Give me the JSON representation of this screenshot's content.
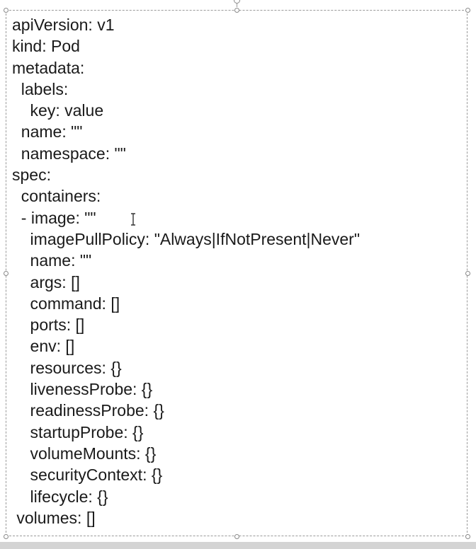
{
  "editor": {
    "lines": [
      "apiVersion: v1",
      "kind: Pod",
      "metadata:",
      "  labels:",
      "    key: value",
      "  name: \"\"",
      "  namespace: \"\"",
      "spec:",
      "  containers:",
      "  - image: \"\"",
      "    imagePullPolicy: \"Always|IfNotPresent|Never\"",
      "    name: \"\"",
      "    args: []",
      "    command: []",
      "    ports: []",
      "    env: []",
      "    resources: {}",
      "    livenessProbe: {}",
      "    readinessProbe: {}",
      "    startupProbe: {}",
      "    volumeMounts: {}",
      "    securityContext: {}",
      "    lifecycle: {}",
      " volumes: []"
    ]
  },
  "icons": {
    "text_cursor": "i-beam-cursor-icon"
  }
}
